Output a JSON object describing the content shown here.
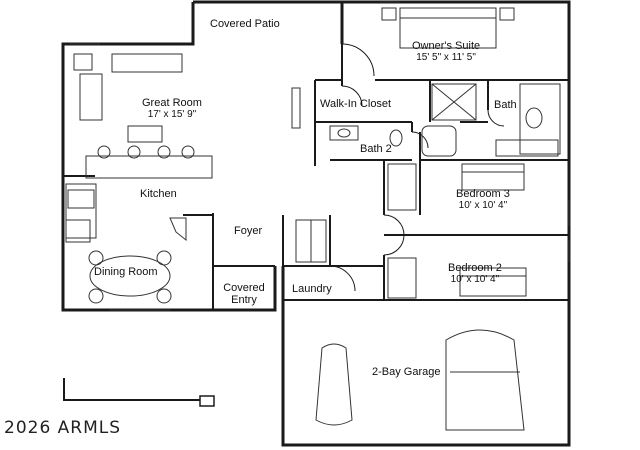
{
  "rooms": {
    "covered_patio": {
      "name": "Covered Patio"
    },
    "owners_suite": {
      "name": "Owner's Suite",
      "dims": "15' 5\" x 11' 5\""
    },
    "great_room": {
      "name": "Great Room",
      "dims": "17' x 15' 9\""
    },
    "walk_in_closet": {
      "name": "Walk-In Closet"
    },
    "bath": {
      "name": "Bath"
    },
    "bath2": {
      "name": "Bath 2"
    },
    "kitchen": {
      "name": "Kitchen"
    },
    "bedroom3": {
      "name": "Bedroom 3",
      "dims": "10' x 10' 4\""
    },
    "foyer": {
      "name": "Foyer"
    },
    "bedroom2": {
      "name": "Bedroom 2",
      "dims": "10' x 10' 4\""
    },
    "dining_room": {
      "name": "Dining Room"
    },
    "covered_entry": {
      "name": "Covered Entry"
    },
    "laundry": {
      "name": "Laundry"
    },
    "garage": {
      "name": "2-Bay Garage"
    }
  },
  "watermark": "2026 ARMLS"
}
